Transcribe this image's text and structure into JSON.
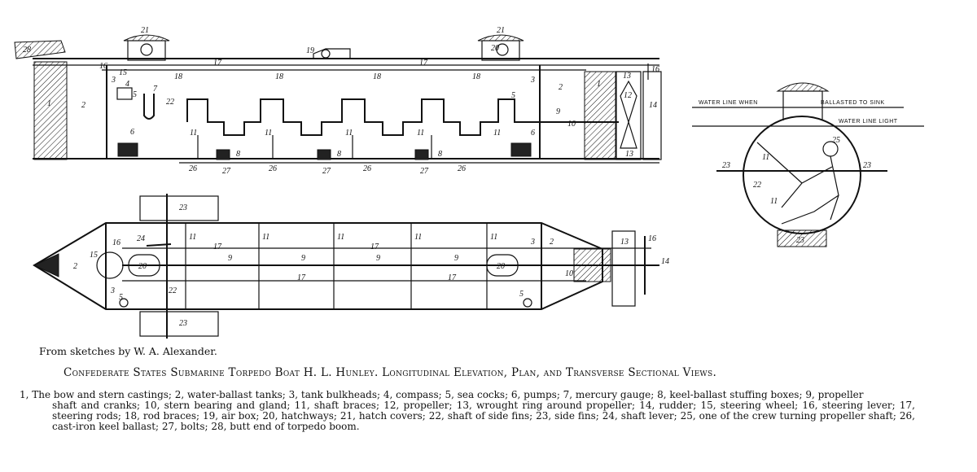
{
  "credit": "From sketches by W. A. Alexander.",
  "title": "Confederate States Submarine Torpedo Boat H. L. Hunley.  Longitudinal Elevation, Plan, and Transverse Sectional Views.",
  "legend": {
    "first_line": "1, The bow and stern castings; 2, water-ballast tanks; 3, tank bulkheads; 4, compass; 5, sea cocks; 6, pumps; 7, mercury gauge; 8, keel-ballast stuffing boxes; 9, propeller",
    "rest": "shaft and cranks; 10, stern bearing and gland; 11, shaft braces; 12, propeller; 13, wrought ring around propeller; 14, rudder; 15, steering wheel; 16, steering lever; 17, steering rods; 18, rod braces; 19, air box; 20, hatchways; 21, hatch covers; 22, shaft of side fins; 23, side fins; 24, shaft lever; 25, one of the crew turning propeller shaft; 26, cast-iron keel ballast; 27, bolts; 28, butt end of torpedo boom."
  },
  "section_labels": {
    "waterline_ballasted_left": "WATER LINE  WHEN",
    "waterline_ballasted_right": "BALLASTED TO SINK",
    "waterline_light": "WATER LINE LIGHT"
  },
  "elevation_labels": {
    "n28": "28",
    "n1a": "1",
    "n2a": "2",
    "n16a": "16",
    "n15": "15",
    "n3a": "3",
    "n4": "4",
    "n5a": "5",
    "n7": "7",
    "n22": "22",
    "n6a": "6",
    "n21a": "21",
    "n21b": "21",
    "n20": "20",
    "n19": "19",
    "n17a": "17",
    "n17b": "17",
    "n18a": "18",
    "n18b": "18",
    "n18c": "18",
    "n18d": "18",
    "n11a": "11",
    "n11b": "11",
    "n11c": "11",
    "n11d": "11",
    "n11e": "11",
    "n8a": "8",
    "n8b": "8",
    "n8c": "8",
    "n26a": "26",
    "n26b": "26",
    "n26c": "26",
    "n26d": "26",
    "n27a": "27",
    "n27b": "27",
    "n27c": "27",
    "n3b": "3",
    "n2b": "2",
    "n5b": "5",
    "n9": "9",
    "n10": "10",
    "n6b": "6",
    "n1b": "1",
    "n13": "13",
    "n12": "12",
    "n16b": "16",
    "n14": "14",
    "n13b": "13"
  },
  "plan_labels": {
    "n23a": "23",
    "n23b": "23",
    "n2a": "2",
    "n15": "15",
    "n16a": "16",
    "n20a": "20",
    "n24": "24",
    "n11a": "11",
    "n11b": "11",
    "n11c": "11",
    "n11d": "11",
    "n11e": "11",
    "n17a": "17",
    "n17b": "17",
    "n17c": "17",
    "n17d": "17",
    "n9a": "9",
    "n9b": "9",
    "n9c": "9",
    "n9d": "9",
    "n20b": "20",
    "n3a": "3",
    "n3b": "3",
    "n2b": "2",
    "n22": "22",
    "n5a": "5",
    "n5b": "5",
    "n10": "10",
    "n13": "13",
    "n16b": "16",
    "n14": "14"
  },
  "section_num_labels": {
    "n25": "25",
    "n23a": "23",
    "n23b": "23",
    "n11a": "11",
    "n11b": "11",
    "n22": "22",
    "n23c": "23"
  }
}
